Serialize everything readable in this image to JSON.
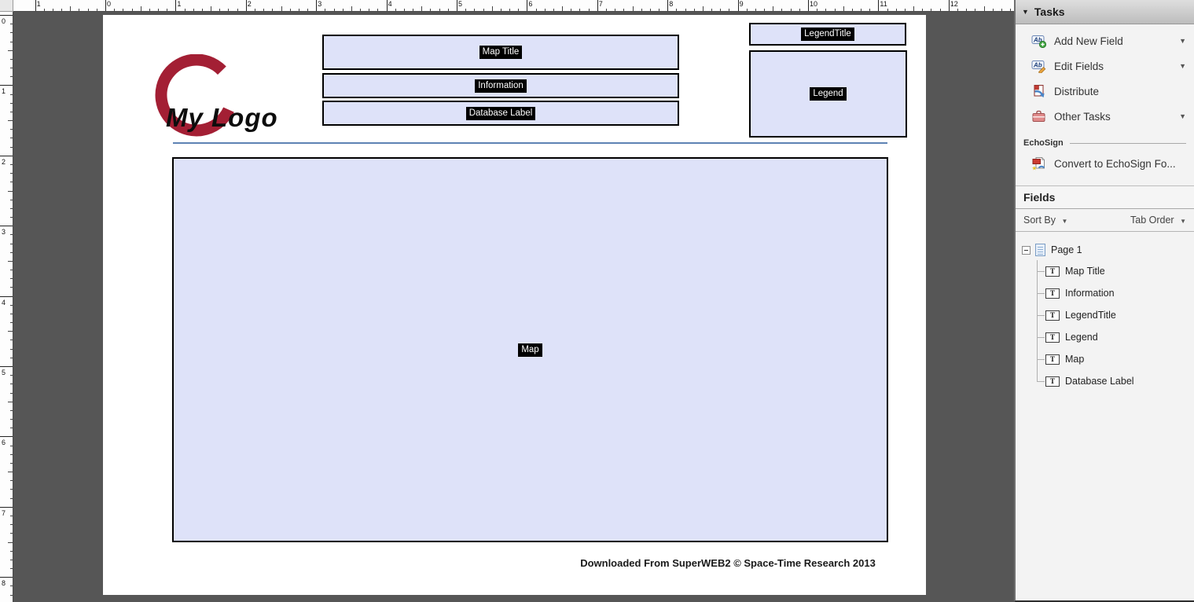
{
  "document": {
    "logo_text": "My Logo",
    "footer": "Downloaded From SuperWEB2 © Space-Time Research 2013",
    "fields": {
      "map_title": "Map Title",
      "information": "Information",
      "database_label": "Database Label",
      "legend_title": "LegendTitle",
      "legend": "Legend",
      "map": "Map"
    }
  },
  "rulers": {
    "horizontal_labels": [
      "1",
      "0",
      "1",
      "2",
      "3",
      "4",
      "5",
      "6",
      "7",
      "8",
      "9",
      "10",
      "11",
      "12"
    ],
    "vertical_labels": [
      "0",
      "1",
      "2",
      "3",
      "4",
      "5",
      "6",
      "7",
      "8"
    ]
  },
  "tasks_panel": {
    "title": "Tasks",
    "collapse_arrow": "▼",
    "items": [
      {
        "label": "Add New Field",
        "dropdown": "▼"
      },
      {
        "label": "Edit Fields",
        "dropdown": "▼"
      },
      {
        "label": "Distribute",
        "dropdown": ""
      },
      {
        "label": "Other Tasks",
        "dropdown": "▼"
      }
    ],
    "echosign_heading": "EchoSign",
    "echosign_item": "Convert to EchoSign Fo..."
  },
  "fields_panel": {
    "title": "Fields",
    "sort_by_label": "Sort By",
    "sort_by_arrow": "▼",
    "tab_order_label": "Tab Order",
    "tab_order_arrow": "▼",
    "tree": {
      "root": "Page 1",
      "field_icon_glyph": "T",
      "items": [
        "Map Title",
        "Information",
        "LegendTitle",
        "Legend",
        "Map",
        "Database Label"
      ]
    }
  },
  "colors": {
    "field_fill": "#dee2f9",
    "field_border": "#000000",
    "label_bg": "#000000",
    "label_fg": "#ffffff",
    "logo_red": "#a31f34",
    "rule_blue": "#5e82b4",
    "canvas_gray": "#565656",
    "panel_bg": "#f3f3f3"
  }
}
